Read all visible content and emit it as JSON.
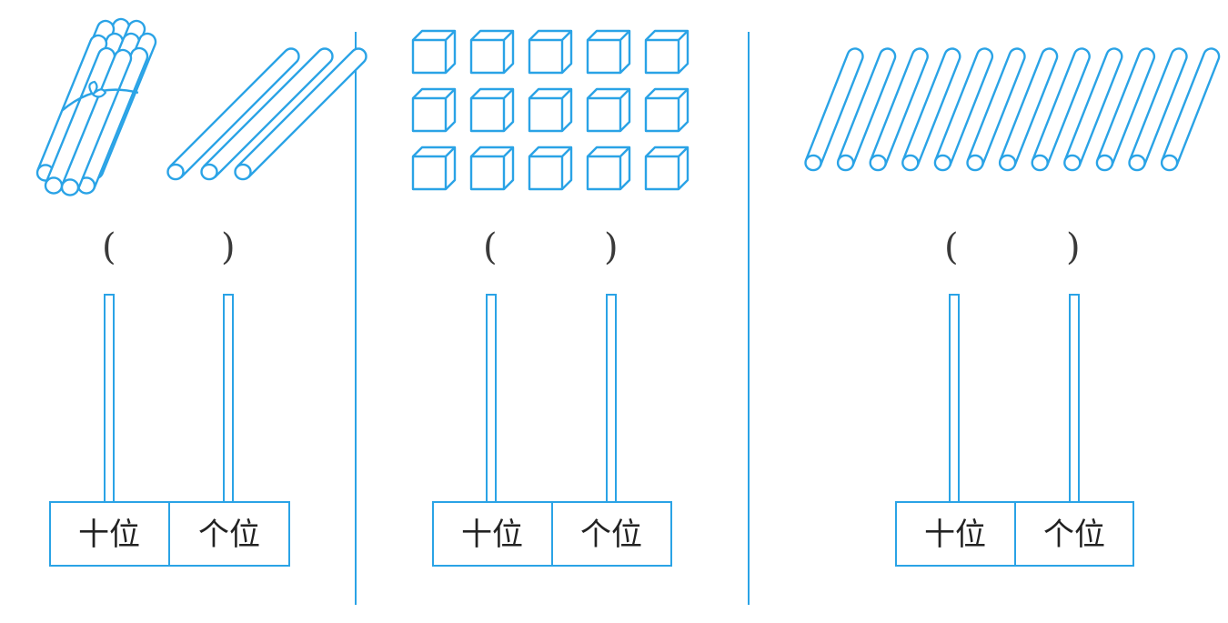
{
  "accent_color": "#2aa3e6",
  "panels": [
    {
      "id": "bundle",
      "picture": {
        "kind": "sticks",
        "bundles_of_ten": 1,
        "loose_sticks": 3
      },
      "answer_open": "(",
      "answer_close": ")",
      "tens_label": "十位",
      "ones_label": "个位"
    },
    {
      "id": "cubes",
      "picture": {
        "kind": "cubes",
        "rows": 3,
        "cols": 5,
        "count": 15
      },
      "answer_open": "(",
      "answer_close": ")",
      "tens_label": "十位",
      "ones_label": "个位"
    },
    {
      "id": "loose",
      "picture": {
        "kind": "sticks",
        "bundles_of_ten": 0,
        "loose_sticks": 12
      },
      "answer_open": "(",
      "answer_close": ")",
      "tens_label": "十位",
      "ones_label": "个位"
    }
  ]
}
